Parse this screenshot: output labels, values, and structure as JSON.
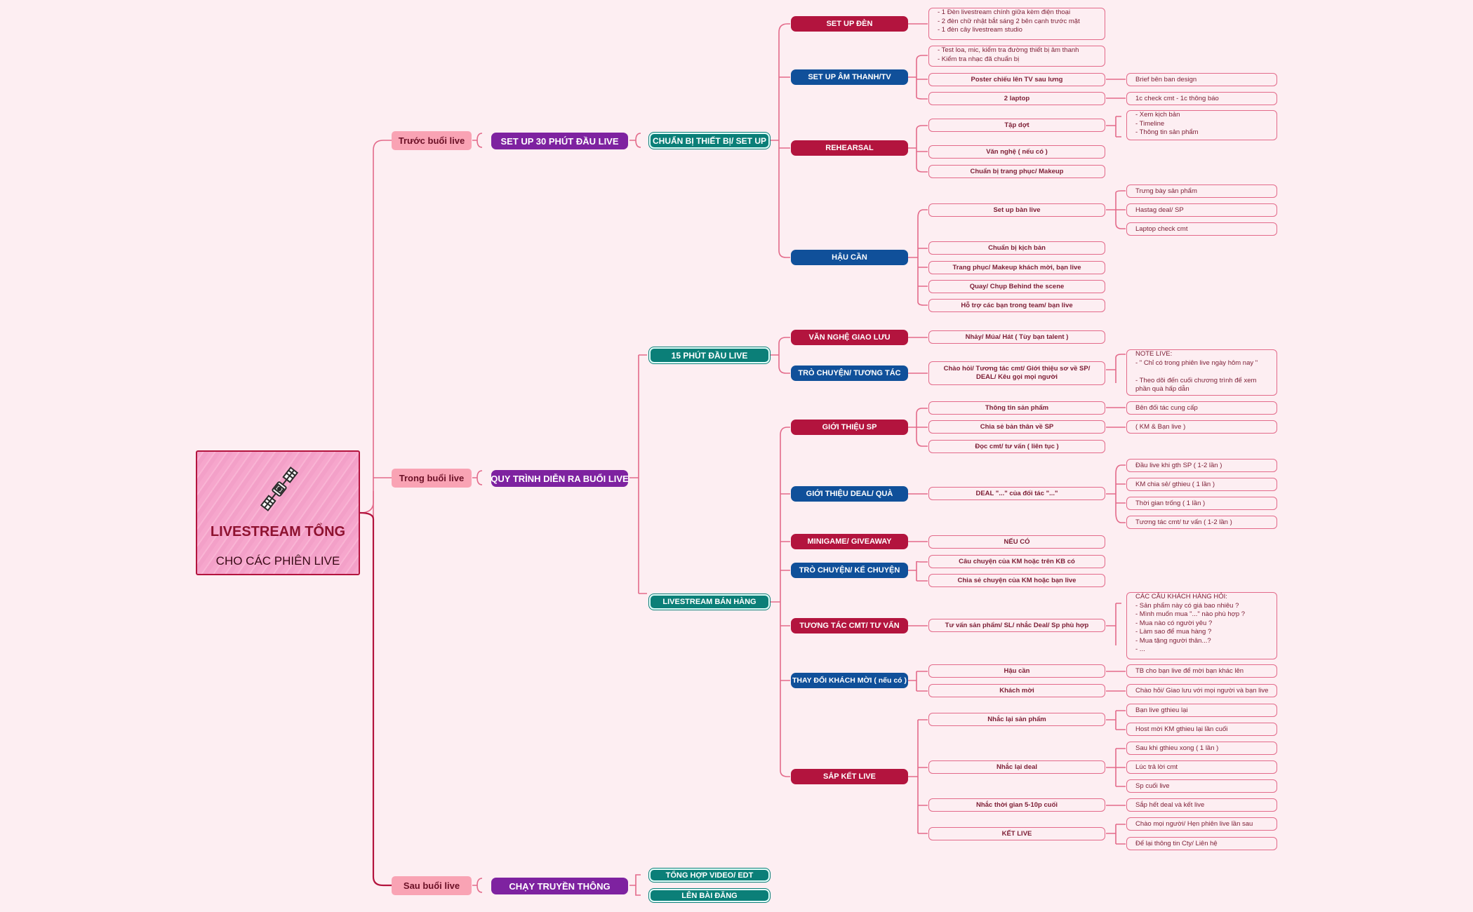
{
  "root": {
    "title": "LIVESTREAM TỔNG",
    "subtitle": "CHO CÁC PHIÊN LIVE",
    "icon": "satellite-icon"
  },
  "colors": {
    "background": "#fdeef2",
    "phase": "#f9a3b4",
    "purple": "#7e22a0",
    "teal": "#0b7f78",
    "crimson": "#b3143e",
    "navy": "#10509a",
    "leaf_border": "#e36a8a",
    "connector": "#e36a8a"
  },
  "phases": {
    "before": "Trước buổi live",
    "during": "Trong buổi live",
    "after": "Sau buổi live"
  },
  "stages": {
    "setup30": "SET UP 30 PHÚT ĐẦU LIVE",
    "process": "QUY TRÌNH DIỄN RA BUỔI LIVE",
    "media": "CHẠY TRUYỀN THÔNG"
  },
  "groups": {
    "prep": "CHUẨN BỊ THIẾT BỊ/ SET UP",
    "first15": "15 PHÚT ĐẦU LIVE",
    "sales": "LIVESTREAM BÁN HÀNG",
    "compile": "TỔNG HỢP VIDEO/ EDT",
    "post": "LÊN BÀI ĐĂNG"
  },
  "topics": {
    "light": "SET UP ĐÈN",
    "sound": "SET UP ÂM THANH/TV",
    "rehearsal": "REHEARSAL",
    "logistics": "HẬU CẦN",
    "perform": "VĂN NGHỆ GIAO LƯU",
    "chat": "TRÒ CHUYỆN/ TƯƠNG TÁC",
    "product": "GIỚI THIỆU SP",
    "deal": "GIỚI THIỆU DEAL/ QUÀ",
    "minigame": "MINIGAME/ GIVEAWAY",
    "story": "TRÒ CHUYỆN/ KỂ CHUYỆN",
    "consult": "TƯƠNG TÁC CMT/ TƯ VẤN",
    "guest": "THAY ĐỔI KHÁCH MỜI ( nếu có )",
    "ending": "SẮP KẾT LIVE"
  },
  "items": {
    "light_note": "- 1 Đèn livestream chính giữa kèm điện thoại\n- 2 đèn chữ nhật bắt sáng 2 bên cạnh trước mặt\n- 1 đèn cây livestream studio",
    "sound_note": "- Test loa, mic, kiểm tra đường thiết bị âm thanh\n- Kiểm tra nhạc đã chuẩn bị",
    "poster": "Poster chiếu lên TV sau lưng",
    "laptop": "2 laptop",
    "practice": "Tập dợt",
    "arts": "Văn nghệ ( nếu có )",
    "costume": "Chuẩn bị trang phục/ Makeup",
    "table": "Set up bàn live",
    "script": "Chuẩn bị kịch bản",
    "guest_costume": "Trang phục/ Makeup khách mời, bạn live",
    "bts": "Quay/ Chụp Behind the scene",
    "support": "Hỗ trợ các bạn trong team/ bạn live",
    "dance": "Nhảy/ Múa/ Hát ( Tùy bạn talent )",
    "greet": "Chào hỏi/ Tương tác cmt/ Giới thiệu sơ về SP/\nDEAL/ Kêu gọi mọi người",
    "product_info": "Thông tin sản phẩm",
    "share": "Chia sẻ bản thân về SP",
    "read_cmt": "Đọc cmt/ tư vấn ( liên tục )",
    "deal_item": "DEAL \"...\" của đối tác \"...\"",
    "if_any": "NẾU CÓ",
    "story_km": "Câu chuyện của KM hoặc trên KB có",
    "story_share": "Chia sẻ chuyện của KM hoặc bạn live",
    "advise": "Tư vấn sản phẩm/ SL/ nhắc Deal/ Sp phù hợp",
    "hau_can": "Hậu cần",
    "khach_moi": "Khách mời",
    "remind_product": "Nhắc lại sản phẩm",
    "remind_deal": "Nhắc lại deal",
    "remind_time": "Nhắc thời gian 5-10p cuối",
    "end_live": "KẾT LIVE"
  },
  "details": {
    "brief": "Brief bên ban design",
    "laptop_use": "1c check cmt - 1c thông báo",
    "rehearsal_note": "- Xem kịch bản\n- Timeline\n- Thông tin sản phẩm",
    "display": "Trưng bày sản phẩm",
    "hashtag": "Hastag deal/ SP",
    "check_cmt": "Laptop check cmt",
    "note_live": "NOTE LIVE:\n- \" Chỉ có trong phiên live ngày hôm nay \"\n\n- Theo dõi đến cuối chương trình để xem\nphần quà hấp dẫn",
    "partner": "Bên đối tác cung cấp",
    "km_ban": "( KM & Bạn live )",
    "d1": "Đầu live khi gth SP ( 1-2 lần )",
    "d2": "KM chia sẻ/ gthieu ( 1 lần )",
    "d3": "Thời gian trống ( 1 lần )",
    "d4": "Tương tác cmt/ tư vấn ( 1-2 lần )",
    "questions": "CÁC CÂU KHÁCH HÀNG HỎI:\n- Sản phẩm này có giá bao nhiêu ?\n- Mình muốn mua \"...\" nào phù hợp ?\n- Mua nào có người yêu ?\n- Làm sao để mua hàng ?\n- Mua tặng người thân...?\n- ...",
    "tb": "TB cho bạn live để mời bạn khác lên",
    "chao": "Chào hỏi/ Giao lưu với mọi người và bạn live",
    "ban_live": "Bạn live gthieu lại",
    "host": "Host mời KM gthieu lại lần cuối",
    "sau_khi": "Sau khi gthieu xong ( 1 lần )",
    "luc_tra": "Lúc trả lời cmt",
    "sp_cuoi": "Sp cuối live",
    "sap_het": "Sắp hết deal và kết live",
    "chao_moi": "Chào mọi người/ Hẹn phiên live lần sau",
    "de_lai": "Để lại thông tin Cty/ Liên hệ"
  }
}
